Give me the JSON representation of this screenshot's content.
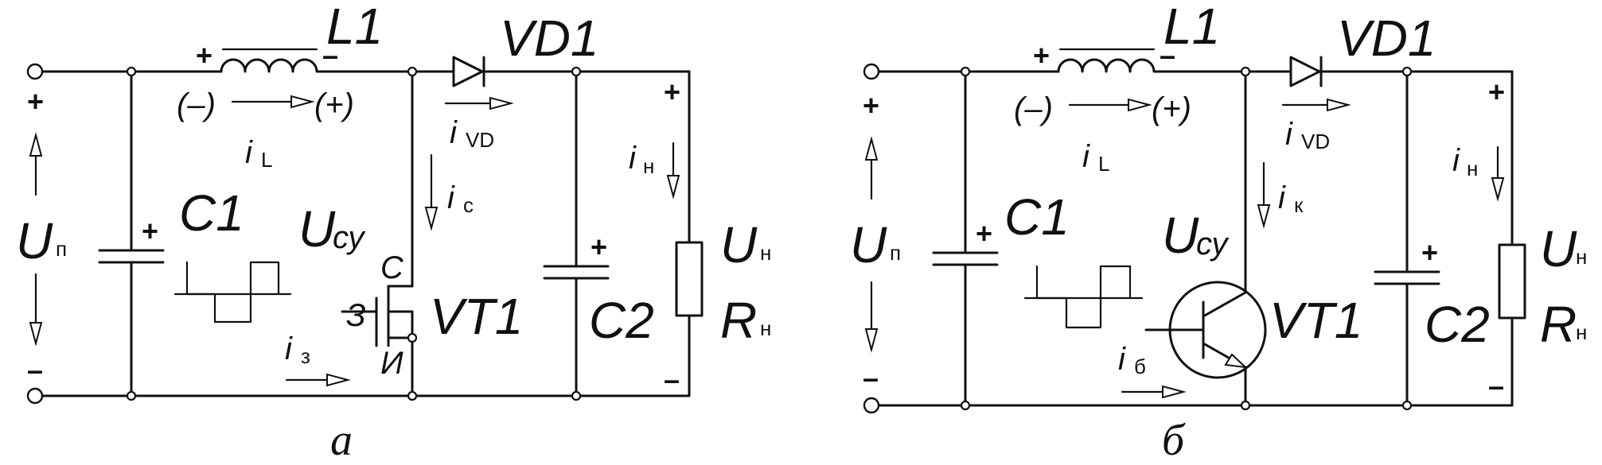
{
  "diagram_a": {
    "caption": "а",
    "labels": {
      "inductor": "L1",
      "diode": "VD1",
      "transistor": "VT1",
      "cap_in": "C1",
      "cap_out": "C2",
      "supply_U": "U",
      "supply_sub": "п",
      "load_U": "U",
      "load_U_sub": "н",
      "load_R": "R",
      "load_R_sub": "н",
      "control_U": "U",
      "control_sub": "су",
      "drain": "С",
      "gate": "З",
      "source": "И",
      "iL": "i",
      "iL_sub": "L",
      "iVD": "i",
      "iVD_sub": "VD",
      "iC": "i",
      "iC_sub": "с",
      "iH": "i",
      "iH_sub": "н",
      "iZ": "i",
      "iZ_sub": "з",
      "ind_neg": "(–)",
      "ind_pos": "(+)",
      "plus": "+",
      "minus": "–"
    }
  },
  "diagram_b": {
    "caption": "б",
    "labels": {
      "inductor": "L1",
      "diode": "VD1",
      "transistor": "VT1",
      "cap_in": "C1",
      "cap_out": "C2",
      "supply_U": "U",
      "supply_sub": "п",
      "load_U": "U",
      "load_U_sub": "н",
      "load_R": "R",
      "load_R_sub": "н",
      "control_U": "U",
      "control_sub": "су",
      "iL": "i",
      "iL_sub": "L",
      "iVD": "i",
      "iVD_sub": "VD",
      "iK": "i",
      "iK_sub": "к",
      "iH": "i",
      "iH_sub": "н",
      "iB": "i",
      "iB_sub": "б",
      "ind_neg": "(–)",
      "ind_pos": "(+)",
      "plus": "+",
      "minus": "–"
    }
  }
}
